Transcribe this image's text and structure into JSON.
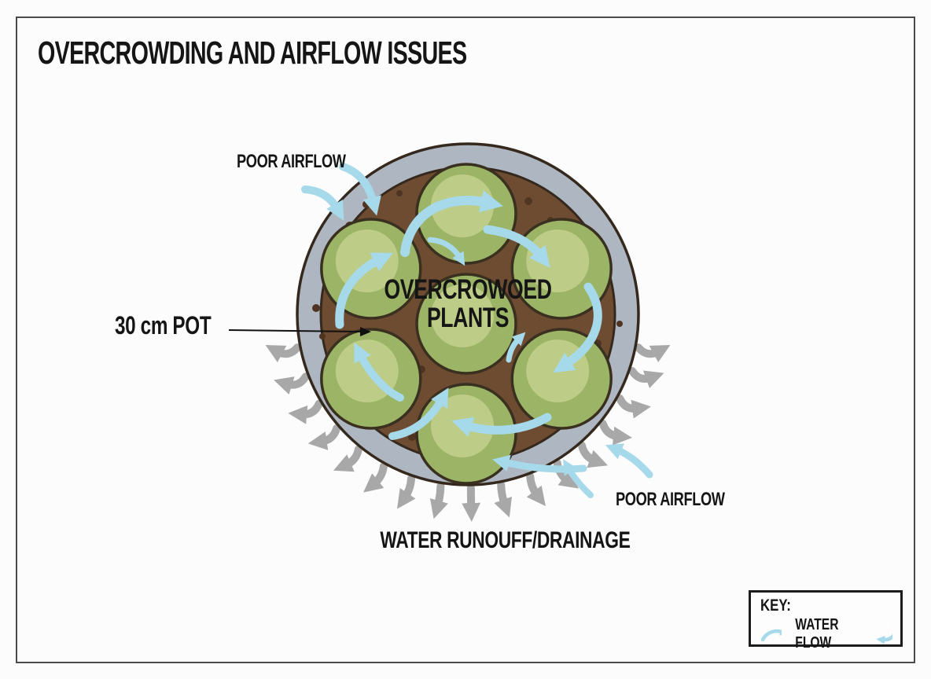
{
  "title": "OVERCROWDING AND AIRFLOW ISSUES",
  "labels": {
    "poor_airflow_top": "POOR AIRFLOW",
    "pot_size": "30 cm POT",
    "overcrowded_line1": "OVERCROWOED",
    "overcrowded_line2": "PLANTS",
    "poor_airflow_bottom": "POOR AIRFLOW",
    "runoff": "WATER RUNOUFF/DRAINAGE"
  },
  "key": {
    "heading": "KEY:",
    "water_flow": "WATER FLOW",
    "left_icon": "water-flow-curve-right-icon",
    "right_icon": "water-flow-curve-left-icon"
  },
  "colors": {
    "background": "#fcfcfc",
    "frame_border": "#4a4a4a",
    "water_flow": "#a6d9ea",
    "runoff_gray": "#a8a8a8",
    "pot_rim": "#aeb7c1",
    "pot_outline": "#35291e",
    "soil": "#6e4c32",
    "soil_speckle": "#4f3521",
    "plant": "#9cb465",
    "plant_highlight": "#bdcc86",
    "plant_outline": "#39301f",
    "pointer_black": "#111111",
    "text": "#151515",
    "key_border": "#1c1c1c"
  }
}
